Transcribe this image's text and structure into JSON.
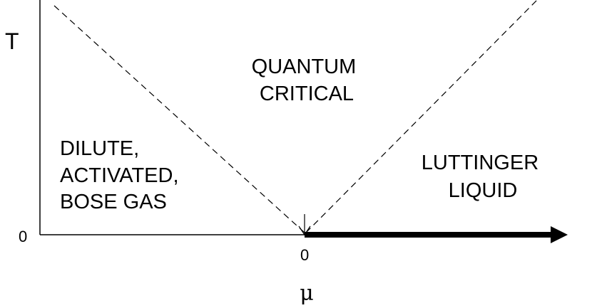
{
  "axes": {
    "y_label": "T",
    "x_label": "μ",
    "y_origin_tick": "0",
    "x_origin_tick": "0"
  },
  "regions": {
    "quantum_critical": [
      "QUANTUM",
      "CRITICAL"
    ],
    "dilute_gas": [
      "DILUTE,",
      "ACTIVATED,",
      "BOSE GAS"
    ],
    "luttinger_liquid": [
      "LUTTINGER",
      "LIQUID"
    ]
  },
  "colors": {
    "ink": "#000000",
    "background": "#ffffff"
  }
}
